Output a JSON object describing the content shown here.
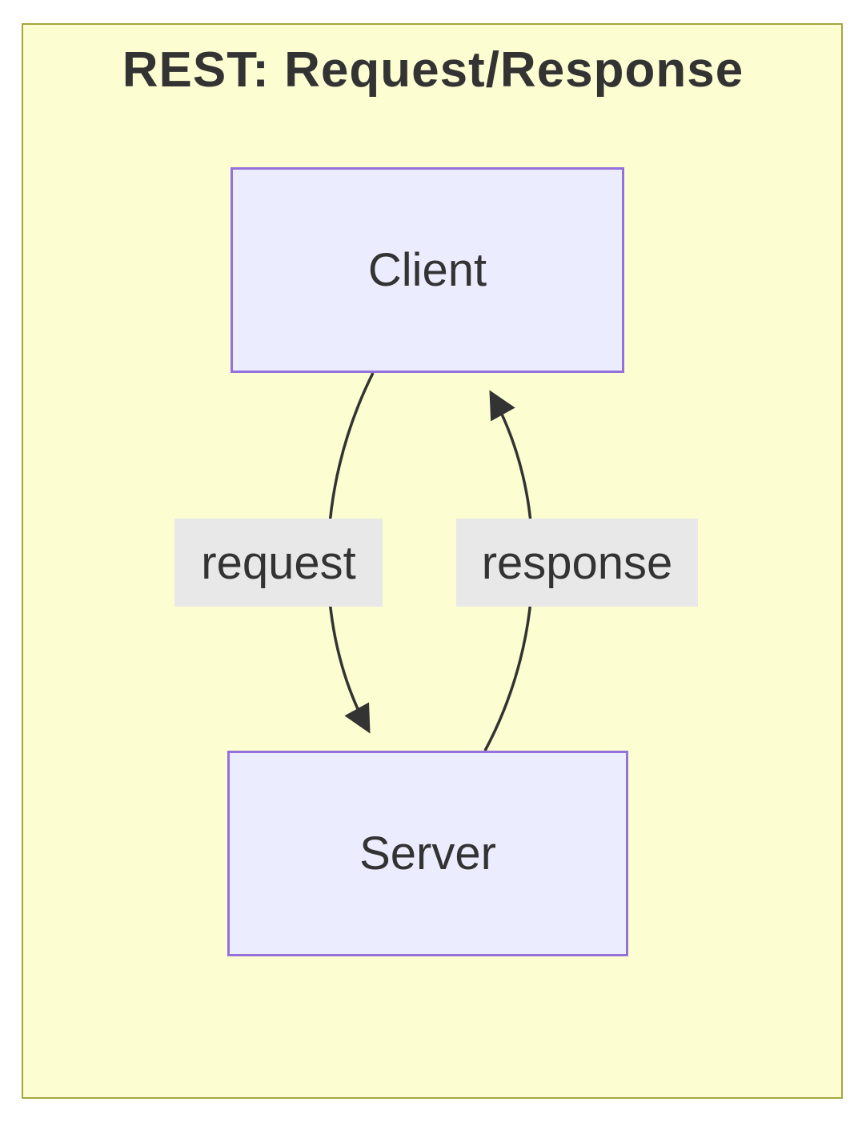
{
  "diagram": {
    "title": "REST: Request/Response",
    "nodes": [
      {
        "id": "client",
        "label": "Client"
      },
      {
        "id": "server",
        "label": "Server"
      }
    ],
    "edges": [
      {
        "from": "client",
        "to": "server",
        "label": "request",
        "direction": "down"
      },
      {
        "from": "server",
        "to": "client",
        "label": "response",
        "direction": "up"
      }
    ],
    "colors": {
      "canvas_background": "#ffffff",
      "frame_background": "#fdfdd2",
      "frame_border": "#a6a63f",
      "node_fill": "#ececff",
      "node_border": "#9370db",
      "edge_stroke": "#333333",
      "edge_label_background": "#e8e8e8",
      "text": "#333333"
    }
  }
}
